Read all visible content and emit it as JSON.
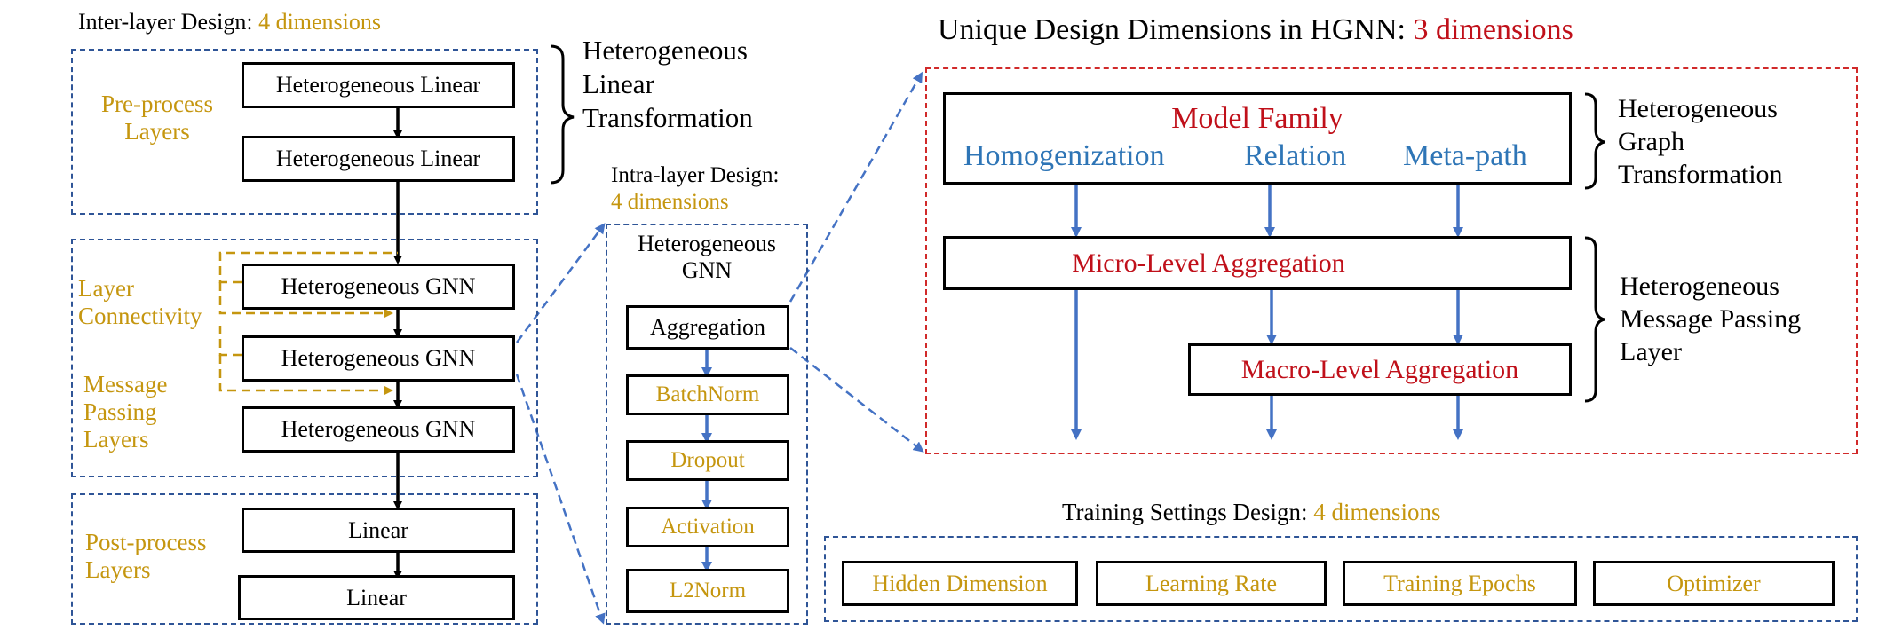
{
  "colors": {
    "blue_dash": "#2f5597",
    "red_dash": "#d12a2a",
    "gold": "#c5960f",
    "red_text": "#c0101a",
    "blue_text": "#2e75b6",
    "arrow_blue": "#4472c4"
  },
  "inter_layer": {
    "title_prefix": "Inter-layer Design: ",
    "title_highlight": "4 dimensions",
    "preprocess": {
      "label_line1": "Pre-process",
      "label_line2": "Layers",
      "box1": "Heterogeneous Linear",
      "box2": "Heterogeneous Linear",
      "brace_line1": "Heterogeneous",
      "brace_line2": "Linear",
      "brace_line3": "Transformation"
    },
    "message_passing": {
      "connectivity_line1": "Layer",
      "connectivity_line2": "Connectivity",
      "mp_line1": "Message",
      "mp_line2": "Passing",
      "mp_line3": "Layers",
      "gnn1": "Heterogeneous GNN",
      "gnn2": "Heterogeneous GNN",
      "gnn3": "Heterogeneous GNN"
    },
    "postprocess": {
      "label_line1": "Post-process",
      "label_line2": "Layers",
      "box1": "Linear",
      "box2": "Linear"
    }
  },
  "intra_layer": {
    "title_line1": "Intra-layer Design:",
    "title_line2": "4 dimensions",
    "header_line1": "Heterogeneous",
    "header_line2": "GNN",
    "aggregation": "Aggregation",
    "batchnorm": "BatchNorm",
    "dropout": "Dropout",
    "activation": "Activation",
    "l2norm": "L2Norm"
  },
  "unique": {
    "title_prefix": "Unique Design Dimensions in HGNN: ",
    "title_highlight": "3 dimensions",
    "model_family": "Model Family",
    "homogenization": "Homogenization",
    "relation": "Relation",
    "metapath": "Meta-path",
    "micro": "Micro-Level Aggregation",
    "macro": "Macro-Level Aggregation",
    "graph_brace_line1": "Heterogeneous",
    "graph_brace_line2": "Graph",
    "graph_brace_line3": "Transformation",
    "mp_brace_line1": "Heterogeneous",
    "mp_brace_line2": "Message Passing",
    "mp_brace_line3": "Layer"
  },
  "training": {
    "title_prefix": "Training Settings Design: ",
    "title_highlight": "4 dimensions",
    "items": [
      "Hidden Dimension",
      "Learning Rate",
      "Training Epochs",
      "Optimizer"
    ]
  }
}
